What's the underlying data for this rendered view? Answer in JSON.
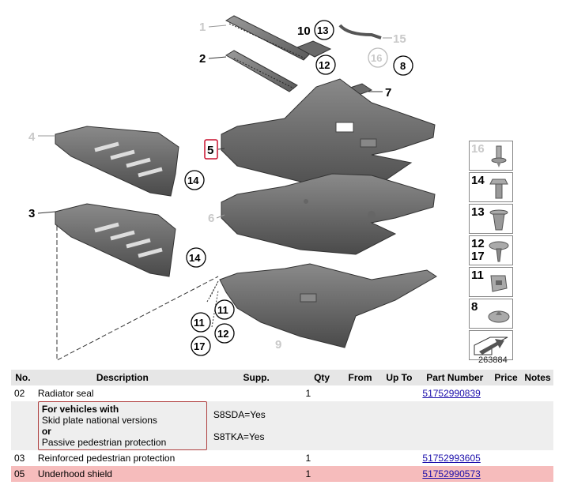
{
  "callouts": {
    "c1": "1",
    "c2": "2",
    "c3": "3",
    "c4": "4",
    "c5": "5",
    "c6": "6",
    "c7": "7",
    "c8": "8",
    "c9": "9",
    "c10": "10",
    "c11a": "11",
    "c11b": "11",
    "c12a": "12",
    "c12b": "12",
    "c13": "13",
    "c14a": "14",
    "c14b": "14",
    "c15": "15",
    "c16": "16",
    "c17": "17"
  },
  "fasteners": [
    {
      "label": "16",
      "icon": "push-rivet-icon"
    },
    {
      "label": "14",
      "icon": "hex-bolt-icon"
    },
    {
      "label": "13",
      "icon": "expanding-nut-icon"
    },
    {
      "label": "12",
      "label2": "17",
      "icon": "flange-screw-icon"
    },
    {
      "label": "11",
      "icon": "clip-nut-icon"
    },
    {
      "label": "8",
      "icon": "clamp-icon"
    },
    {
      "label": "",
      "icon": "arrow-right-icon"
    }
  ],
  "diagram_id": "263884",
  "table": {
    "headers": [
      "No.",
      "Description",
      "Supp.",
      "Qty",
      "From",
      "Up To",
      "Part Number",
      "Price",
      "Notes"
    ],
    "rows": [
      {
        "no": "02",
        "description": "Radiator seal",
        "supp": "",
        "qty": "1",
        "part_number": "51752990839"
      },
      {
        "note": [
          "For vehicles with",
          "Skid plate national versions",
          "or",
          "Passive pedestrian protection"
        ],
        "codes": [
          "S8SDA=Yes",
          "S8TKA=Yes"
        ]
      },
      {
        "no": "03",
        "description": "Reinforced pedestrian protection",
        "supp": "",
        "qty": "1",
        "part_number": "51752993605"
      },
      {
        "no": "05",
        "description": "Underhood shield",
        "supp": "",
        "qty": "1",
        "part_number": "51752990573"
      }
    ]
  },
  "colors": {
    "selected_row": "#f6bcbc",
    "highlight_box": "#c8102e",
    "link": "#1a0dab"
  }
}
